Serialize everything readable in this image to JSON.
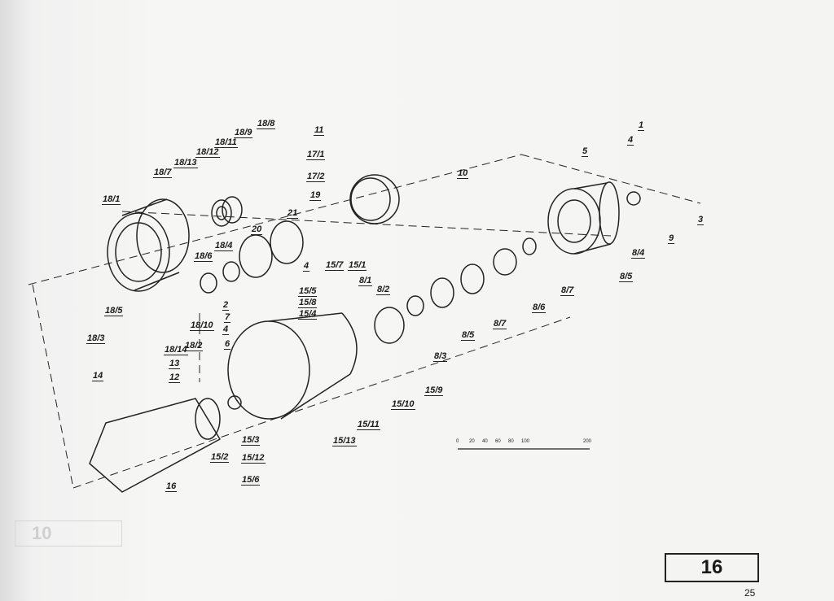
{
  "page_box": "16",
  "page_number": "25",
  "faint_box": "10",
  "scale_bar": {
    "ticks": [
      "0",
      "20",
      "40",
      "60",
      "80",
      "100",
      "200"
    ]
  },
  "labels": [
    "1",
    "4",
    "5",
    "3",
    "9",
    "8/4",
    "8/5",
    "8/7",
    "8/6",
    "8/7",
    "8/5",
    "8/3",
    "15/9",
    "15/10",
    "15/11",
    "15/13",
    "15/2",
    "15/3",
    "15/12",
    "15/6",
    "16",
    "14",
    "18/3",
    "18/5",
    "18/14",
    "18/2",
    "18/10",
    "13",
    "12",
    "2",
    "7",
    "4",
    "6",
    "4",
    "15/7",
    "15/1",
    "15/5",
    "15/8",
    "15/4",
    "8/1",
    "8/2",
    "18/6",
    "18/4",
    "20",
    "21",
    "19",
    "17/2",
    "17/1",
    "11",
    "10",
    "18/1",
    "18/7",
    "18/13",
    "18/12",
    "18/11",
    "18/9",
    "18/8"
  ]
}
